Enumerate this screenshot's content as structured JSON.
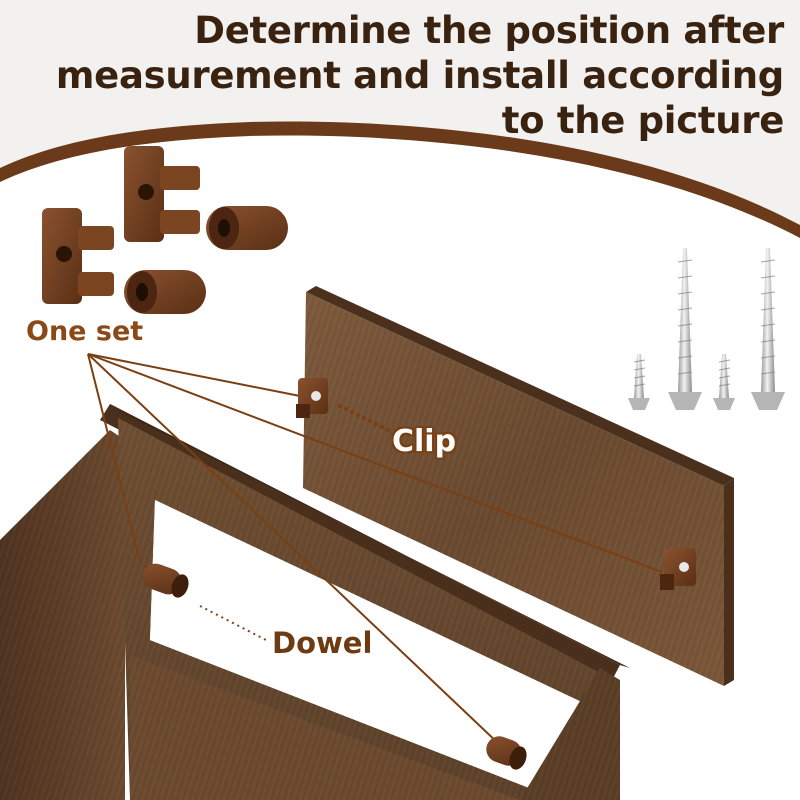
{
  "headline": {
    "line1": "Determine the position after",
    "line2": "measurement and install according",
    "line3": "to the picture"
  },
  "labels": {
    "set": "One set",
    "clip": "Clip",
    "dowel": "Dowel"
  },
  "colors": {
    "header_bg": "#f2f1ef",
    "brown_arc": "#6b3a1a",
    "headline_text": "#3a2211",
    "callout_text": "#8a4a17",
    "wood_dark": "#5a3b22",
    "wood_mid": "#7a5636",
    "hardware_brown": "#6e3d1c",
    "screw_silver": "#c9c9c9"
  },
  "icons": [
    "clip-icon",
    "dowel-icon",
    "screw-icon",
    "wood-panel-icon",
    "cabinet-icon"
  ]
}
